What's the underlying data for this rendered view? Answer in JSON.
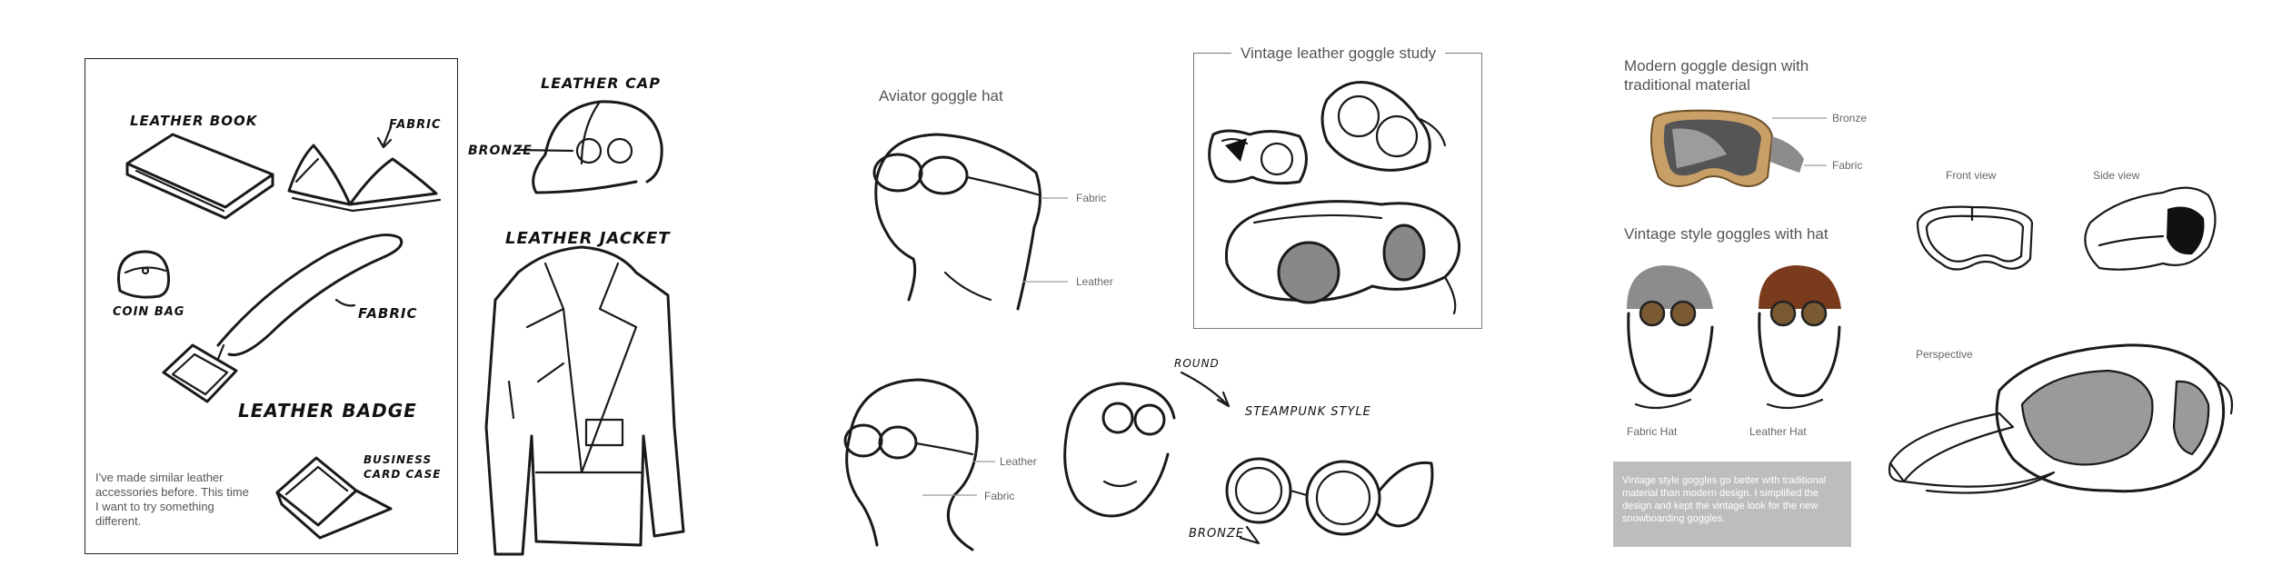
{
  "panel1": {
    "leather_book": "LEATHER BOOK",
    "fabric": "FABRIC",
    "coin_bag": "COIN BAG",
    "fabric_strap": "FABRIC",
    "leather_badge": "LEATHER BADGE",
    "business_card_case": "BUSINESS CARD CASE",
    "note": "I've made similar leather accessories before. This time I want to try something different."
  },
  "panel2": {
    "leather_cap": "LEATHER CAP",
    "bronze": "BRONZE",
    "leather_jacket": "LEATHER JACKET"
  },
  "panel3": {
    "aviator_title": "Aviator goggle hat",
    "fabric_label": "Fabric",
    "leather_label": "Leather",
    "leather_label_2": "Leather",
    "fabric_label_2": "Fabric",
    "round": "ROUND",
    "steampunk": "STEAMPUNK STYLE",
    "bronze": "BRONZE"
  },
  "panel4": {
    "vintage_study_title": "Vintage leather goggle study"
  },
  "panel5": {
    "modern_title": "Modern goggle design with traditional material",
    "bronze_label": "Bronze",
    "fabric_label": "Fabric",
    "vintage_title": "Vintage style goggles with hat",
    "fabric_hat": "Fabric Hat",
    "leather_hat": "Leather Hat",
    "summary": "Vintage style goggles go better with traditional material than modern design. I simplified the design and kept the vintage look for the new snowboarding goggles."
  },
  "panel6": {
    "front_view": "Front view",
    "side_view": "Side view",
    "perspective": "Perspective"
  },
  "colors": {
    "ink": "#1a1a1a",
    "bronze": "#c8a067",
    "brown_hat": "#7a3b1c",
    "gray_hat": "#8c8c8c",
    "summary_box": "#bdbdbd",
    "lens_gray": "#9a9a9a"
  }
}
